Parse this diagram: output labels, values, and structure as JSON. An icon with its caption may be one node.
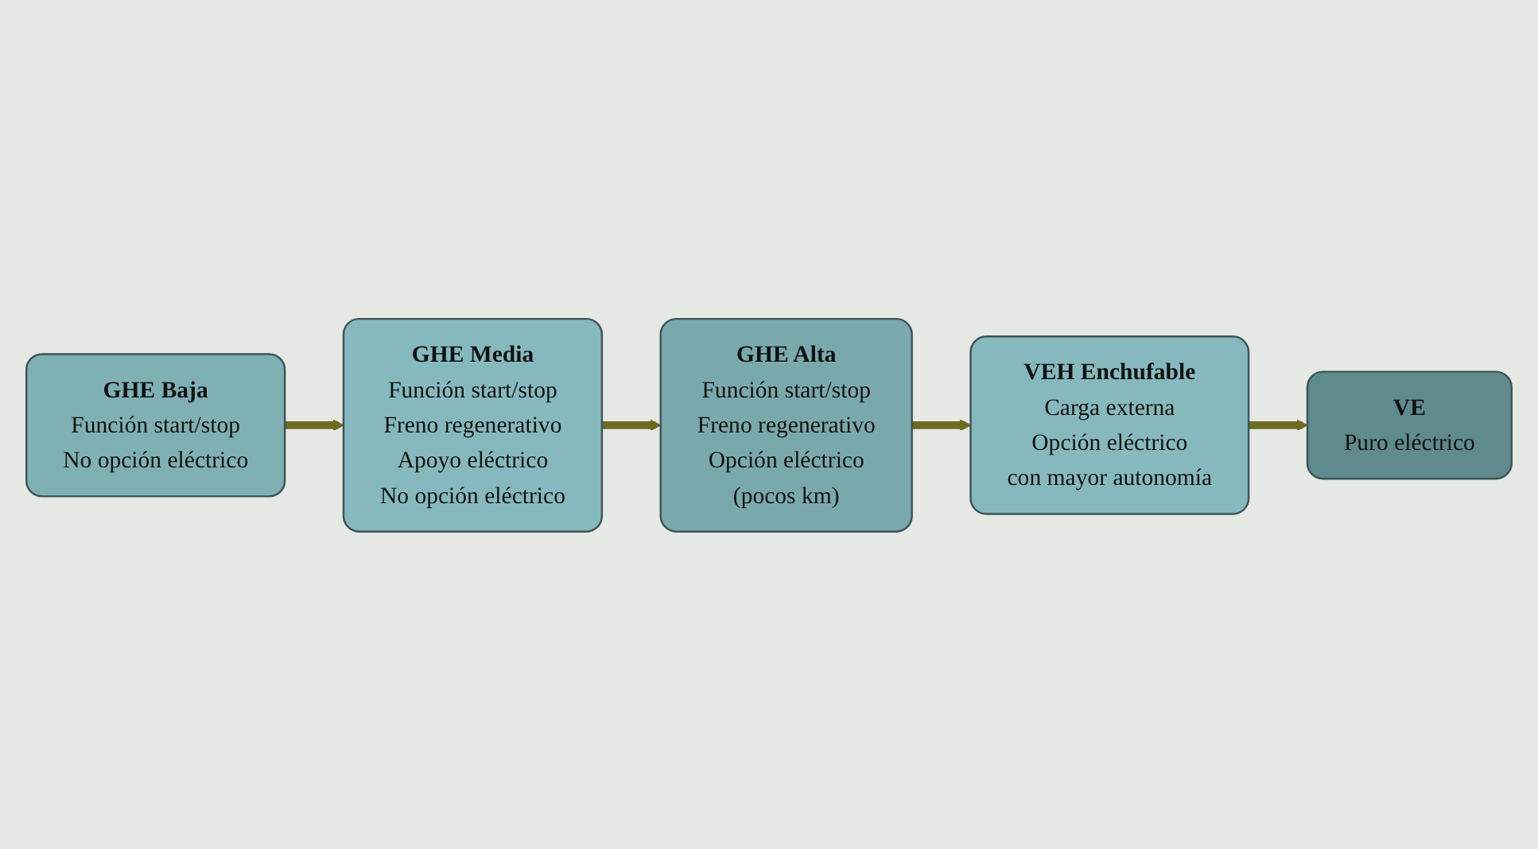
{
  "diagram": {
    "nodes": [
      {
        "text": [
          "GHE Baja",
          "Función start/stop",
          "No opción eléctrico"
        ]
      },
      {
        "text": [
          "GHE Media",
          "Función start/stop",
          "Freno regenerativo",
          "Apoyo eléctrico",
          "No opción eléctrico"
        ]
      },
      {
        "text": [
          "GHE Alta",
          "Función start/stop",
          "Freno regenerativo",
          "Opción eléctrico",
          "(pocos km)"
        ]
      },
      {
        "text": [
          "VEH Enchufable",
          "Carga externa",
          "Opción eléctrico",
          "con mayor autonomía"
        ]
      },
      {
        "text": [
          "VE",
          "Puro eléctrico"
        ]
      }
    ],
    "edges": [
      {
        "from": 0,
        "to": 1,
        "arrow": "to"
      },
      {
        "from": 1,
        "to": 2,
        "arrow": "to"
      },
      {
        "from": 2,
        "to": 3,
        "arrow": "to"
      },
      {
        "from": 3,
        "to": 4,
        "arrow": "to"
      }
    ]
  }
}
